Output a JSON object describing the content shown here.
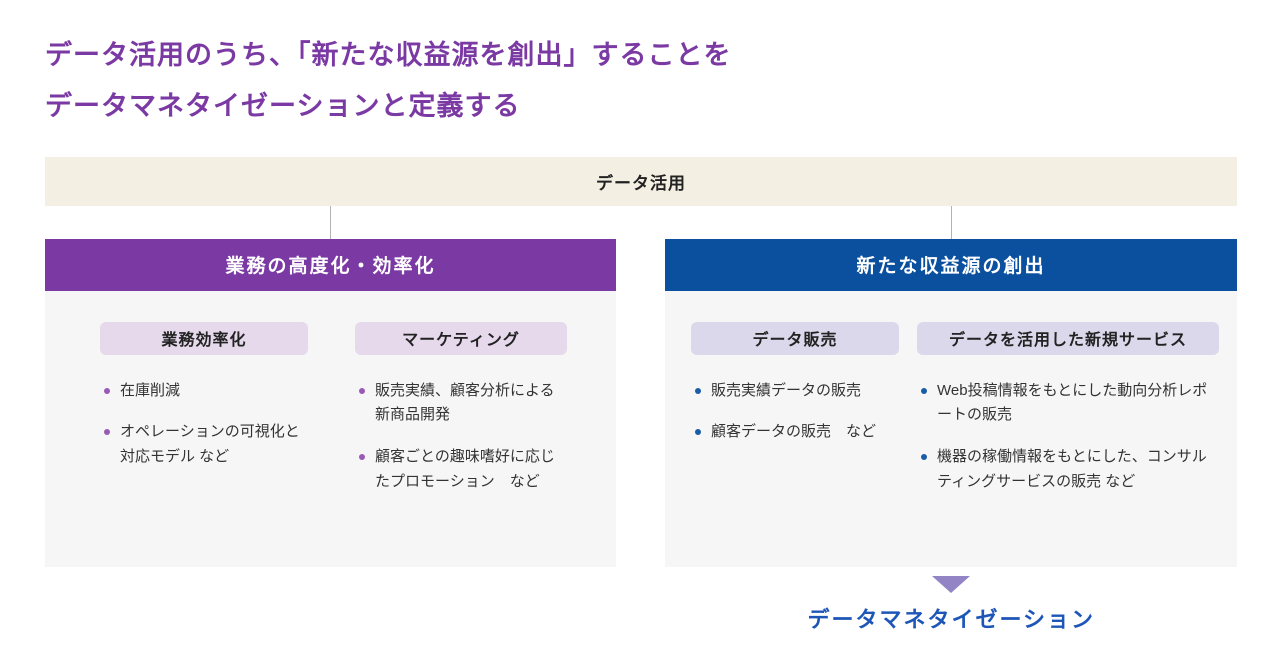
{
  "title": {
    "line1": "データ活用のうち、「新たな収益源を創出」することを",
    "line2": "データマネタイゼーションと定義する"
  },
  "root": {
    "label": "データ活用"
  },
  "branches": [
    {
      "header": "業務の高度化・効率化",
      "columns": [
        {
          "pill": "業務効率化",
          "items": [
            "在庫削減",
            "オペレーションの可視化と対応モデル など"
          ]
        },
        {
          "pill": "マーケティング",
          "items": [
            "販売実績、顧客分析による新商品開発",
            "顧客ごとの趣味嗜好に応じたプロモーション　など"
          ]
        }
      ]
    },
    {
      "header": "新たな収益源の創出",
      "columns": [
        {
          "pill": "データ販売",
          "items": [
            "販売実績データの販売",
            "顧客データの販売　など"
          ]
        },
        {
          "pill": "データを活用した新規サービス",
          "items": [
            "Web投稿情報をもとにした動向分析レポートの販売",
            "機器の稼働情報をもとにした、コンサルティングサービスの販売 など"
          ]
        }
      ]
    }
  ],
  "footer": {
    "label": "データマネタイゼーション"
  },
  "colors": {
    "title_purple": "#7B3AA3",
    "left_header_bg": "#7B3AA3",
    "right_header_bg": "#0B4F9F",
    "root_band_bg": "#F3F0E3",
    "panel_bg": "#F6F6F6",
    "pill_left_bg": "#E6D9EC",
    "pill_right_bg": "#DAD8EA",
    "bullet_left_dot": "#9A59B5",
    "bullet_right_dot": "#1B5CA8",
    "arrow_purple": "#9384C6",
    "footer_blue": "#1E56B8"
  }
}
